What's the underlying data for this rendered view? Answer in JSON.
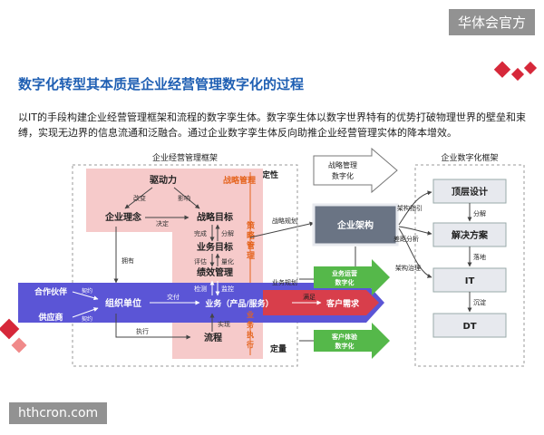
{
  "watermark_top": "华体会官方",
  "watermark_bottom": "hthcron.com",
  "title": "数字化转型其本质是企业经营管理数字化的过程",
  "intro": "以IT的手段构建企业经营管理框架和流程的数字孪生体。数字孪生体以数字世界特有的优势打破物理世界的壁垒和束缚，实现无边界的信息流通和泛融合。通过企业数字孪生体反向助推企业经营管理实体的降本增效。",
  "left": {
    "frame_title": "企业经营管理框架",
    "dingxing": "定性",
    "dingliang": "定量",
    "qudongli": "驱动力",
    "gaibian": "改变",
    "yingxiang": "影响",
    "qiye_linian": "企业理念",
    "jueding": "决定",
    "zhanlue_guanli": "战略管理",
    "zhanlue_mubiao": "战略目标",
    "wancheng": "完成",
    "fenjie": "分解",
    "yewu_mubiao": "业务目标",
    "pinggu": "评估",
    "lianghua": "量化",
    "jixiao_guanli": "绩效管理",
    "celue_guanli": "策略管理",
    "yongyou": "拥有",
    "hezuo_huoban": "合作伙伴",
    "gongyingshang": "供应商",
    "qiyue1": "契约",
    "qiyue2": "契约",
    "zuzhi_danwei": "组织单位",
    "jiaofu": "交付",
    "jiance": "检测",
    "jiankong": "监控",
    "yewu": "业务（产品/服务）",
    "shixian": "实现",
    "zhixing": "执行",
    "liucheng": "流程",
    "yewu_zhixing": "业务执行",
    "manzu": "满足",
    "kehu_xuqiu": "客户需求"
  },
  "middle": {
    "zhanlue_szh": [
      "战略管理",
      "数字化"
    ],
    "zhanlue_guihua": "战略规划",
    "qiye_jiagou": "企业架构",
    "yewu_guihua": "业务规划",
    "yewu_yunying_szh": [
      "业务运营",
      "数字化"
    ],
    "kehu_tiyan_szh": [
      "客户体验",
      "数字化"
    ]
  },
  "right": {
    "frame_title": "企业数字化框架",
    "jiagou_zhiyin": "架构指引",
    "chaju_fenxi": "差距分析",
    "jiagou_zhili": "架构治理",
    "dingceng_sheji": "顶层设计",
    "fenjie": "分解",
    "jiejue_fangan": "解决方案",
    "luodi": "落地",
    "it": "IT",
    "chendian": "沉淀",
    "dt": "DT"
  },
  "colors": {
    "title_blue": "#1f5fb3",
    "band_blue": "#5b55d6",
    "pink_box": "#f6caca",
    "orange_text": "#e5641e",
    "red_arrow": "#e63c3c",
    "green_arrow": "#55b84a",
    "gray_box": "#6a7484",
    "light_box": "#e7e9ee",
    "deco_red": "#d6283a"
  },
  "icons": [
    "decor-diamond-icon"
  ]
}
